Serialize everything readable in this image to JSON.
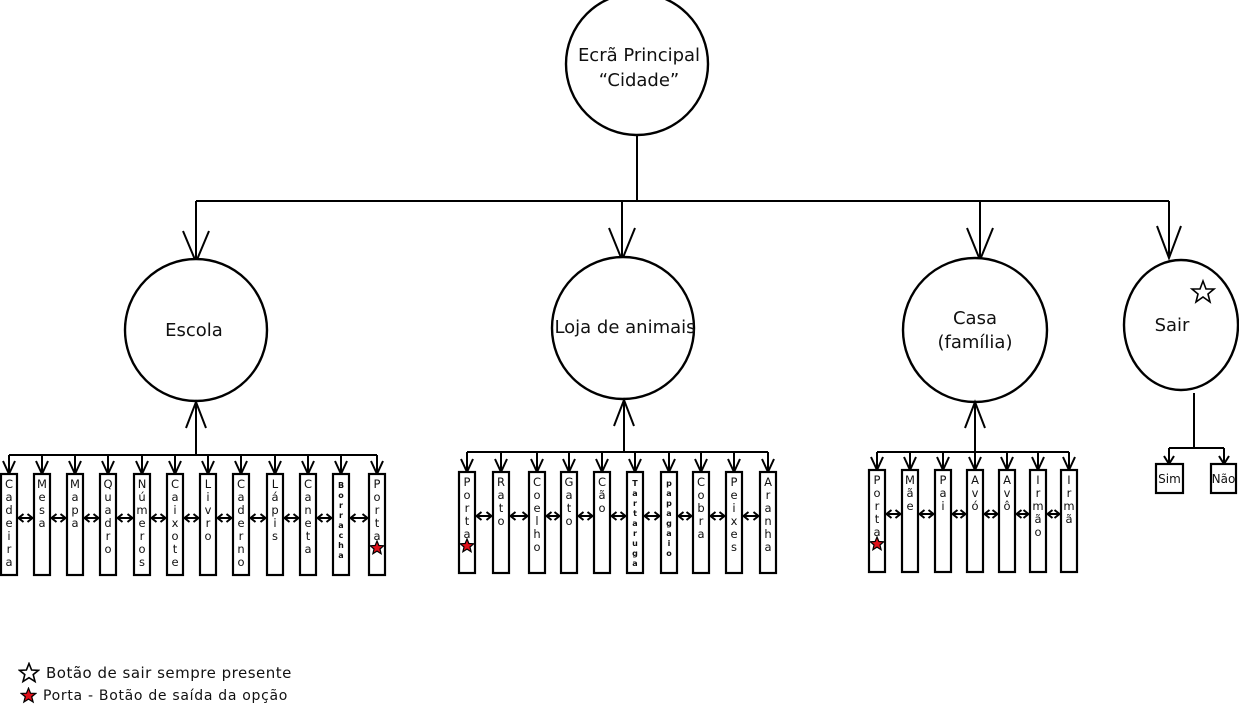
{
  "root": {
    "line1": "Ecrã Principal",
    "line2": "“Cidade”"
  },
  "categories": [
    {
      "id": "escola",
      "label_lines": [
        "Escola"
      ],
      "items": [
        "Cadeira",
        "Mesa",
        "Mapa",
        "Quadro",
        "Números",
        "Caixote",
        "Livro",
        "Caderno",
        "Lápis",
        "Caneta",
        "Borracha",
        "Porta"
      ],
      "exit_item": "Porta",
      "exit_position": "last"
    },
    {
      "id": "loja-de-animais",
      "label_lines": [
        "Loja de animais"
      ],
      "items": [
        "Porta",
        "Rato",
        "Coelho",
        "Gato",
        "Cão",
        "Tartaruga",
        "papagaio",
        "Cobra",
        "Peixes",
        "Aranha"
      ],
      "exit_item": "Porta",
      "exit_position": "first"
    },
    {
      "id": "casa",
      "label_lines": [
        "Casa",
        "(família)"
      ],
      "items": [
        "Porta",
        "Mãe",
        "Pai",
        "Avó",
        "Avô",
        "Irmão",
        "Irmã"
      ],
      "exit_item": "Porta",
      "exit_position": "first"
    },
    {
      "id": "sair",
      "label_lines": [
        "Sair"
      ],
      "marker": "outline-star",
      "options": [
        "Sim",
        "Não"
      ]
    }
  ],
  "legend": [
    {
      "icon": "outline-star-icon",
      "text": "Botão de sair sempre presente"
    },
    {
      "icon": "red-star-icon",
      "text": "Porta - Botão de saída da opção"
    }
  ],
  "colors": {
    "exit_star": "#e0101a",
    "stroke": "#000000"
  }
}
